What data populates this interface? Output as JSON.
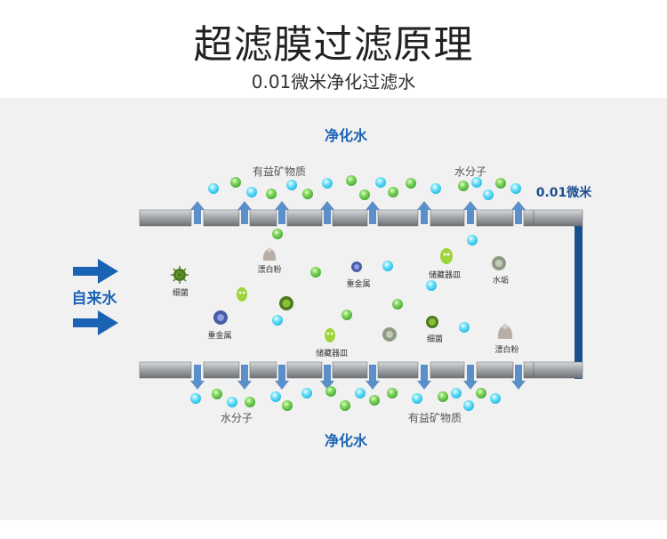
{
  "header": {
    "title": "超滤膜过滤原理",
    "subtitle": "0.01微米净化过滤水"
  },
  "diagram": {
    "top_output_label": "净化水",
    "bottom_output_label": "净化水",
    "input_label": "自来水",
    "pore_size_label": "0.01微米",
    "top_labels": {
      "minerals": "有益矿物质",
      "water": "水分子"
    },
    "bottom_labels": {
      "water": "水分子",
      "minerals": "有益矿物质"
    },
    "contaminants": {
      "bacteria_1": "细菌",
      "bleach_1": "漂白粉",
      "heavy_metal_1": "重金属",
      "heavy_metal_2": "重金属",
      "storage_1": "储藏器皿",
      "storage_2": "储藏器皿",
      "scale_1": "水垢",
      "bacteria_2": "细菌",
      "bleach_2": "漂白粉"
    }
  },
  "colors": {
    "accent_blue": "#1a63b4",
    "pipe_gray": "#8f9398",
    "water_cyan": "#25c8ee",
    "mineral_green": "#4fbf3a",
    "panel_bg": "#f1f1f1"
  }
}
